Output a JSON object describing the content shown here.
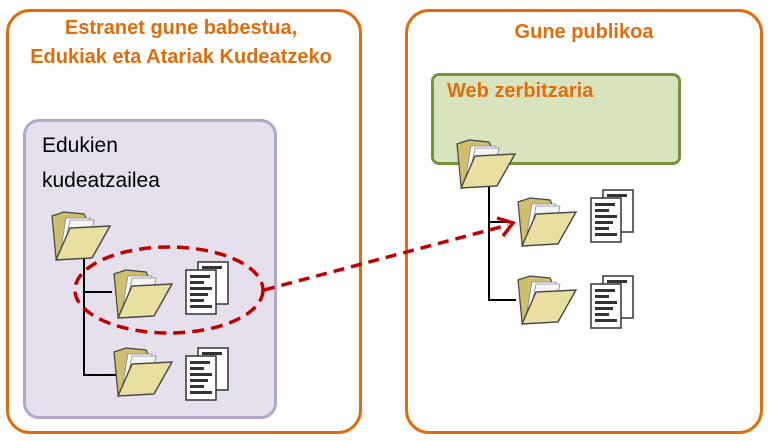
{
  "zones": {
    "left": {
      "title_line1": "Estranet gune babestua,",
      "title_line2": "Edukiak eta Atariak Kudeatzeko",
      "cms": {
        "title_line1": "Edukien",
        "title_line2": "kudeatzailea"
      }
    },
    "right": {
      "title": "Gune publikoa",
      "web_server": {
        "title": "Web zerbitzaria"
      }
    }
  },
  "colors": {
    "zone_border": "#e36c0a",
    "cms_fill": "#e5e0ec",
    "cms_border": "#b4a7c9",
    "web_fill": "#d7e4bd",
    "web_border": "#77933c",
    "arrow": "#c00000",
    "folder": "#e8dfa0"
  },
  "icons": {
    "folder": "folder-icon",
    "documents": "documents-icon",
    "arrow": "dashed-arrow"
  }
}
